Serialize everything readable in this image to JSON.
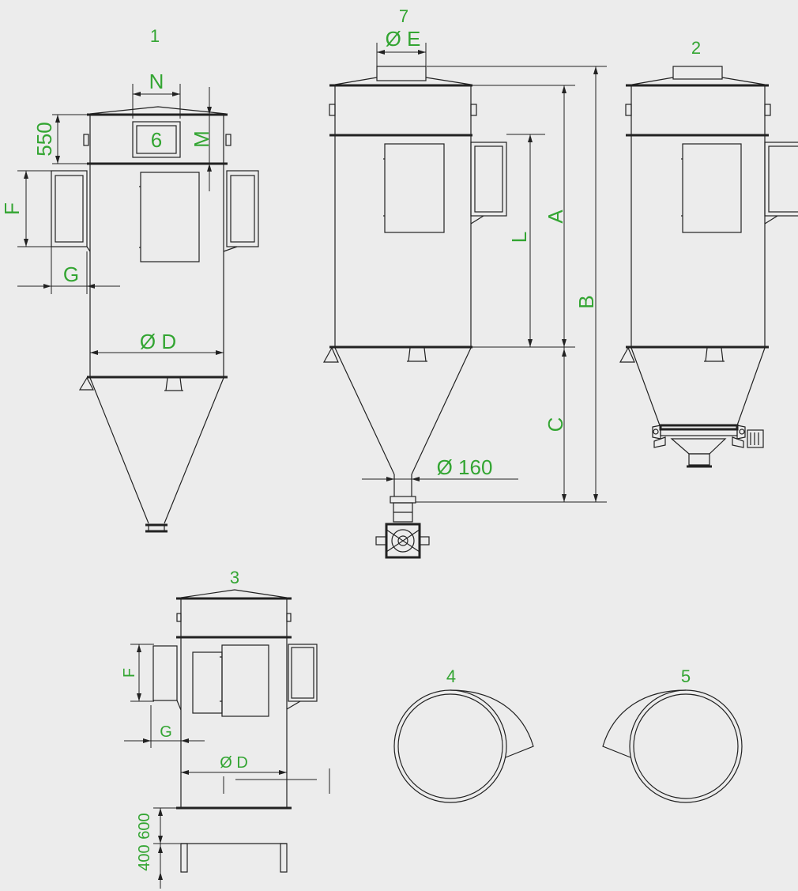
{
  "views": {
    "v1": "1",
    "v2": "2",
    "v3": "3",
    "v4": "4",
    "v5": "5",
    "v6": "6",
    "v7": "7"
  },
  "dimensions": {
    "N": "N",
    "d550": "550",
    "M": "M",
    "F": "F",
    "G": "G",
    "D": "Ø D",
    "E": "Ø E",
    "A": "A",
    "B": "B",
    "L": "L",
    "C": "C",
    "d160": "Ø 160",
    "F3": "F",
    "G3": "G",
    "D3": "Ø D",
    "d400": "400",
    "d600": "600"
  },
  "colors": {
    "label": "#33a532",
    "line": "#222222",
    "background": "#ececec"
  }
}
